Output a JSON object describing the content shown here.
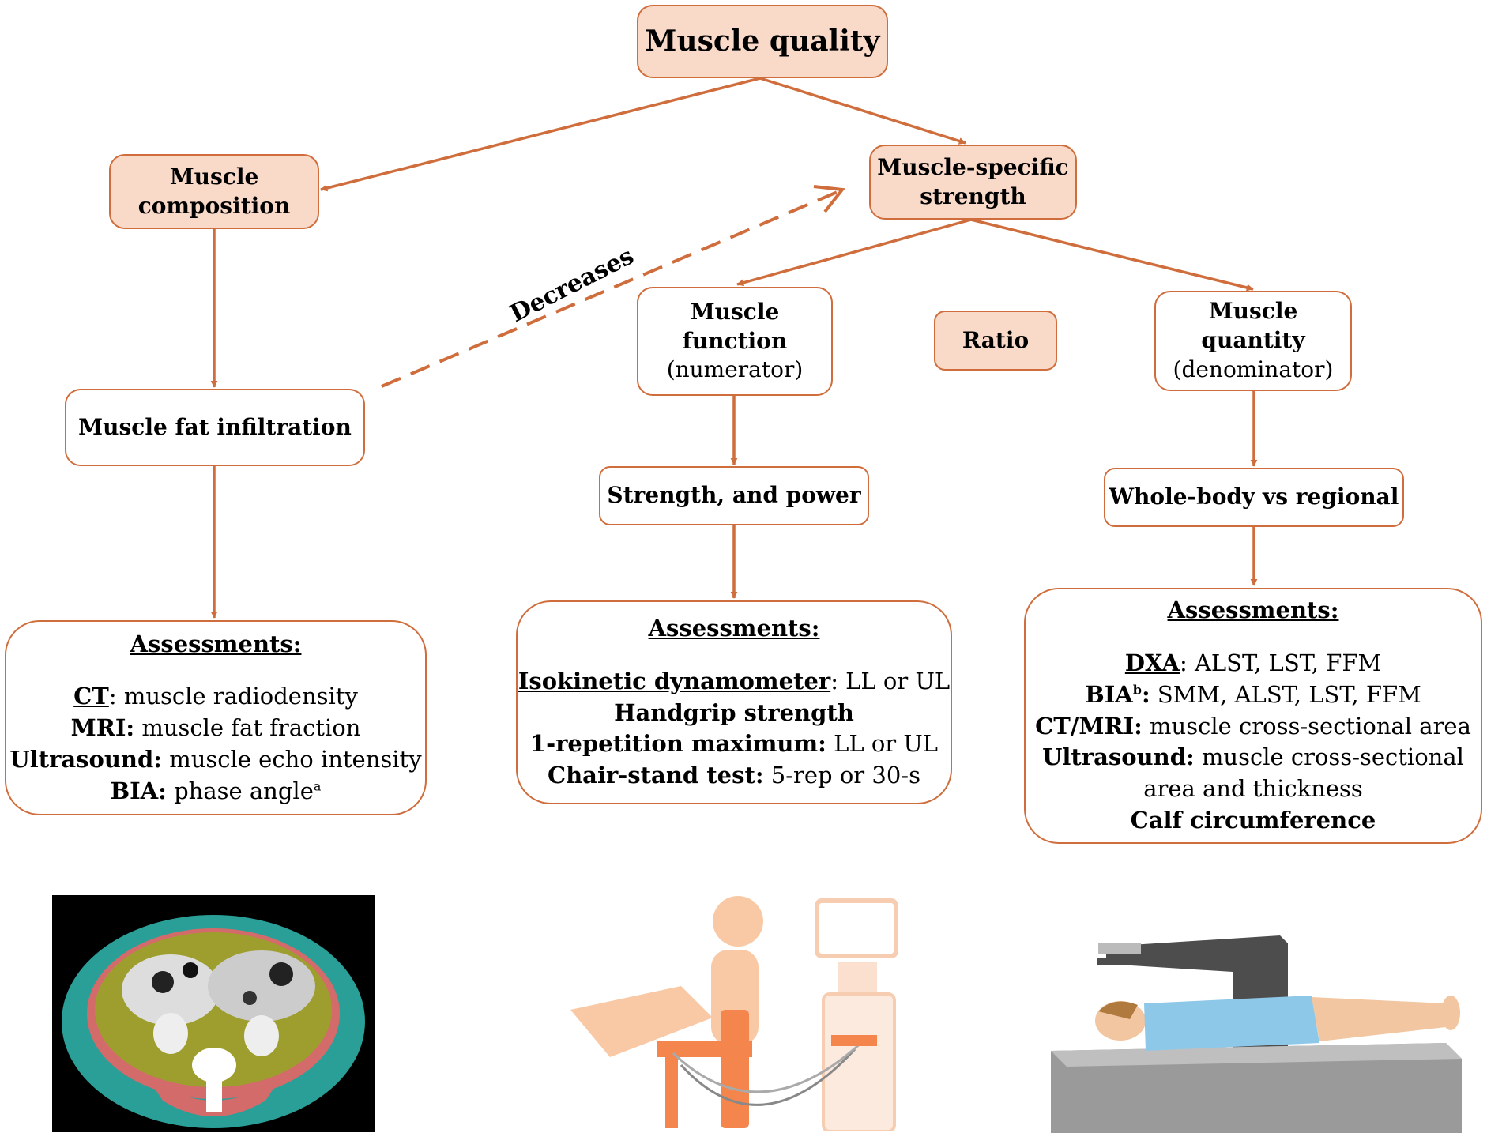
{
  "colors": {
    "accent": "#cf6d3c",
    "box_fill": "#f9d9c8"
  },
  "nodes": {
    "muscle_quality": "Muscle quality",
    "muscle_composition_line1": "Muscle",
    "muscle_composition_line2": "composition",
    "muscle_specific_line1": "Muscle-specific",
    "muscle_specific_line2": "strength",
    "muscle_fat_infiltration": "Muscle fat infiltration",
    "muscle_function_line1": "Muscle",
    "muscle_function_line2": "function",
    "muscle_function_sub": "(numerator)",
    "ratio": "Ratio",
    "muscle_quantity_line1": "Muscle",
    "muscle_quantity_line2": "quantity",
    "muscle_quantity_sub": "(denominator)",
    "strength_power": "Strength, and power",
    "whole_body": "Whole-body vs regional"
  },
  "decreases_label": "Decreases",
  "assess_left": {
    "heading": "Assessments:",
    "l1_key": "CT",
    "l1_val": ": muscle radiodensity",
    "l2_key": "MRI:",
    "l2_val": " muscle fat fraction",
    "l3_key": "Ultrasound:",
    "l3_val": " muscle echo intensity",
    "l4_key": "BIA:",
    "l4_val": " phase angle",
    "l4_sup": "a"
  },
  "assess_mid": {
    "heading": "Assessments:",
    "l1_key": "Isokinetic dynamometer",
    "l1_val": ": LL or UL",
    "l2": "Handgrip strength",
    "l3_key": "1-repetition maximum:",
    "l3_val": " LL or UL",
    "l4_key": "Chair-stand test:",
    "l4_val": " 5-rep or 30-s"
  },
  "assess_right": {
    "heading": "Assessments:",
    "l1_key": "DXA",
    "l1_val": ": ALST, LST, FFM",
    "l2_key": "BIA",
    "l2_sup": "b",
    "l2_colon": ":",
    "l2_val": " SMM, ALST, LST, FFM",
    "l3_key": "CT/MRI:",
    "l3_val": " muscle cross-sectional area",
    "l4_key": "Ultrasound:",
    "l4_val": " muscle cross-sectional",
    "l4b": "area and thickness",
    "l5": "Calf circumference"
  }
}
